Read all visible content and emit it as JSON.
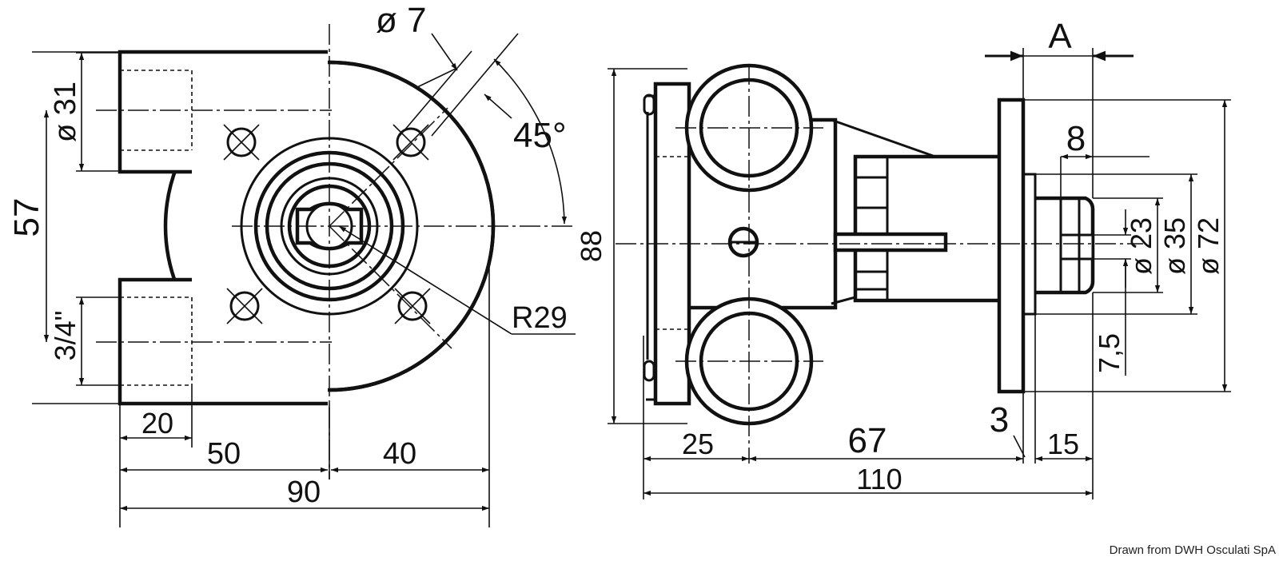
{
  "front_view": {
    "dimensions": {
      "hole_diameter": "ø 7",
      "angle": "45°",
      "radius": "R29",
      "height": "57",
      "port_diameter": "ø 31",
      "thread": "3/4\"",
      "port_depth": "20",
      "left_width": "50",
      "right_width": "40",
      "total_width": "90"
    }
  },
  "side_view": {
    "dimensions": {
      "a_label": "A",
      "key_height": "8",
      "height": "88",
      "shaft_diameter": "ø 23",
      "spigot_diameter": "ø 35",
      "flange_diameter": "ø 72",
      "key_offset": "7,5",
      "flange_thickness": "3",
      "port_offset": "25",
      "body_length": "67",
      "shaft_length": "15",
      "total_length": "110"
    }
  },
  "credit": "Drawn from DWH Osculati SpA"
}
